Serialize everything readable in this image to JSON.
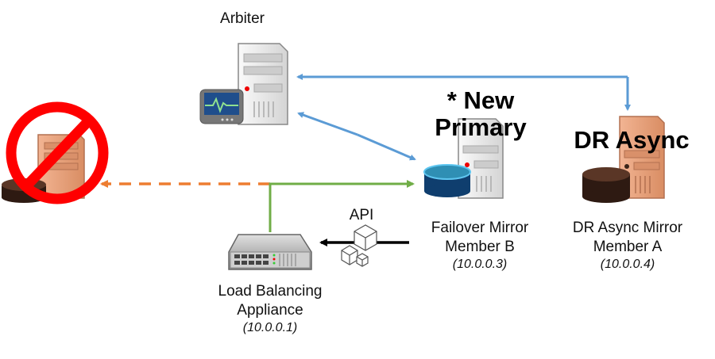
{
  "colors": {
    "sync_link": "#5b9bd5",
    "client_link": "#70ad47",
    "failed_link": "#ed7d31",
    "api_link": "#000000",
    "prohibit": "#ff0000",
    "failed_server": "#e8a07a",
    "primary_db": "#1f5b8f",
    "async_server": "#e8a07a",
    "async_db": "#4a2a1e"
  },
  "nodes": {
    "arbiter": {
      "label": "Arbiter",
      "icon": "server-monitor-icon"
    },
    "failed_primary": {
      "icon": "failed-server-icon",
      "status_icon": "prohibited-icon"
    },
    "new_primary": {
      "heading_line1": "* New",
      "heading_line2": "Primary",
      "name_line1": "Failover Mirror",
      "name_line2": "Member B",
      "ip": "(10.0.0.3)",
      "icon": "database-server-icon"
    },
    "dr_async": {
      "heading": "DR Async",
      "name_line1": "DR Async Mirror",
      "name_line2": "Member A",
      "ip": "(10.0.0.4)",
      "icon": "database-server-icon"
    },
    "load_balancer": {
      "name_line1": "Load Balancing",
      "name_line2": "Appliance",
      "ip": "(10.0.0.1)",
      "icon": "network-appliance-icon"
    },
    "api": {
      "label": "API",
      "icon": "package-cubes-icon"
    }
  }
}
